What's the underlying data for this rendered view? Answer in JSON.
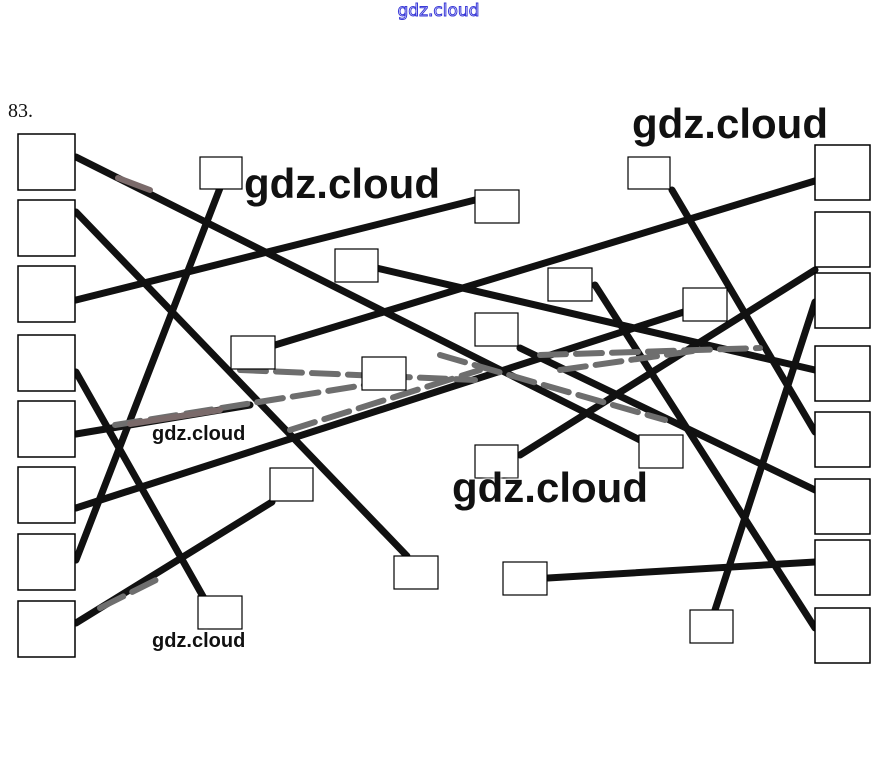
{
  "header": {
    "watermark": "gdz.cloud"
  },
  "task": {
    "number": "83."
  },
  "watermarks": {
    "mid_left": "gdz.cloud",
    "top_right": "gdz.cloud",
    "center": "gdz.cloud",
    "small_left_1": "gdz.cloud",
    "small_left_2": "gdz.cloud"
  },
  "colors": {
    "line": "#111111",
    "dashed": "#6e6e6e",
    "box_border": "#000000"
  }
}
